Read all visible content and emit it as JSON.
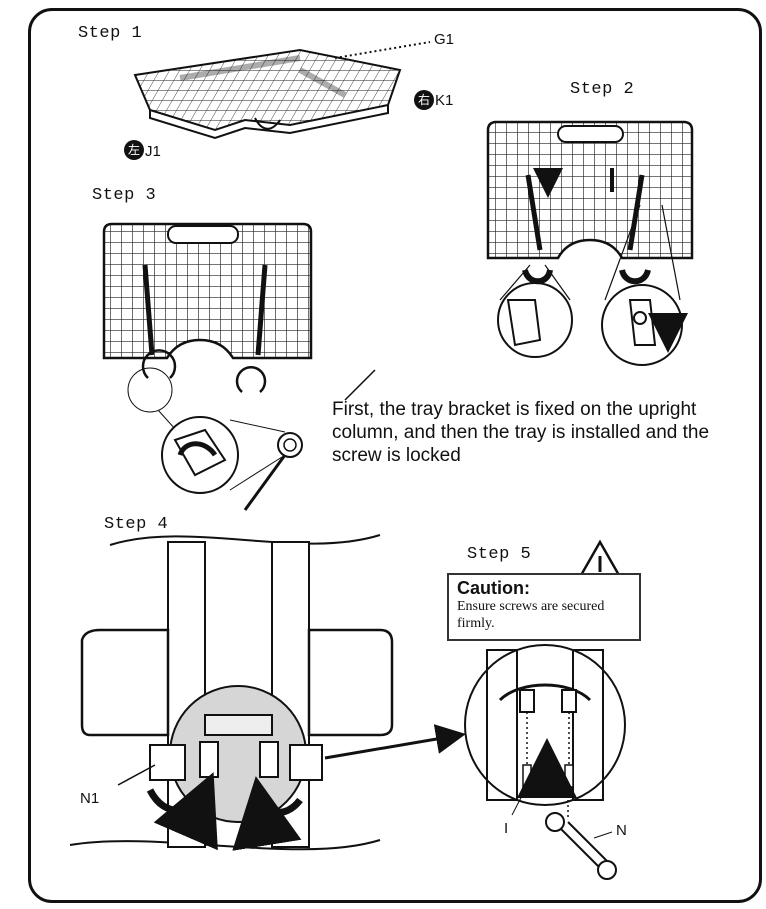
{
  "steps": {
    "step1": "Step 1",
    "step2": "Step 2",
    "step3": "Step 3",
    "step4": "Step 4",
    "step5": "Step 5"
  },
  "parts": {
    "g1": "G1",
    "k1": "K1",
    "j1": "J1",
    "n1": "N1",
    "i": "I",
    "n": "N",
    "right_char": "右",
    "left_char": "左"
  },
  "description": "First, the tray bracket is fixed on the upright column, and then the tray is installed and the screw is locked",
  "caution": {
    "title": "Caution:",
    "text": "Ensure screws are secured firmly."
  }
}
